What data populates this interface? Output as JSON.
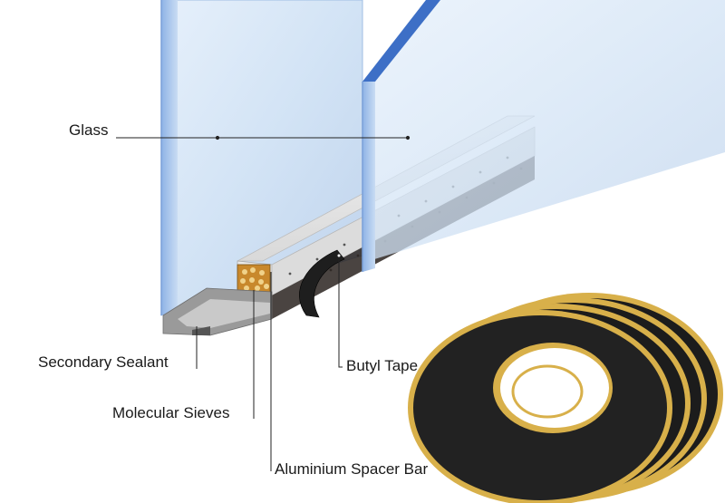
{
  "diagram": {
    "labels": {
      "glass": "Glass",
      "secondary_sealant": "Secondary Sealant",
      "molecular_sieves": "Molecular Sieves",
      "butyl_tape": "Butyl Tape",
      "spacer_bar": "Aluminium Spacer Bar"
    },
    "colors": {
      "glass": "#cfe0f3",
      "glass_edge": "#3d6fc6",
      "spacer": "#e6e6e6",
      "sealant": "#2b2b2b",
      "tape": "#1c1c1c",
      "tape_adhesive": "#d8b04a",
      "desiccant": "#c8882c"
    }
  }
}
